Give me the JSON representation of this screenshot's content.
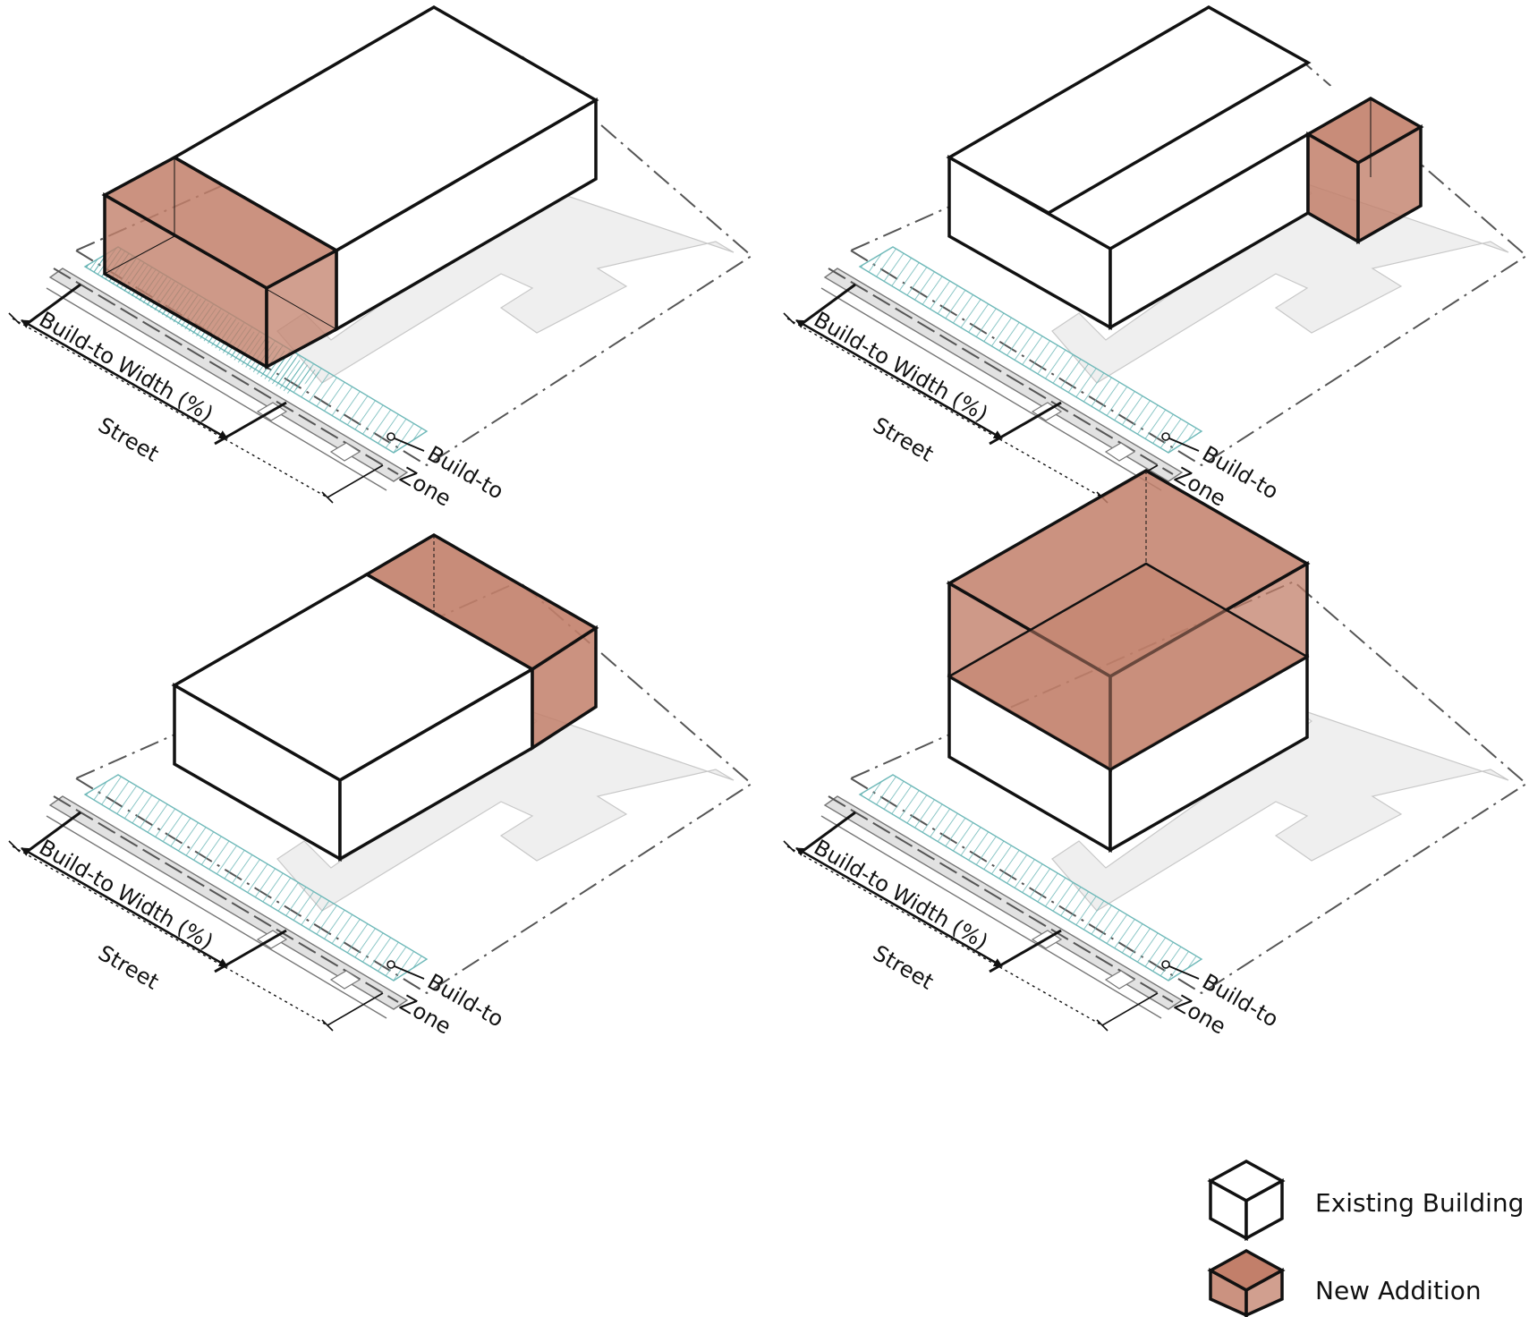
{
  "labels": {
    "build_to_width": "Build-to Width (%)",
    "street": "Street",
    "build_to_line1": "Build-to",
    "build_to_line2": "Zone"
  },
  "legend": {
    "existing_label": "Existing Building",
    "addition_label": "New Addition"
  },
  "colors": {
    "addition_fill": "#c27f6a",
    "existing_fill": "#ffffff",
    "lot_fill": "#efefef",
    "zone_hatch": "#6fb9b9",
    "sidewalk": "#e2e2e2",
    "outline": "#111111"
  }
}
